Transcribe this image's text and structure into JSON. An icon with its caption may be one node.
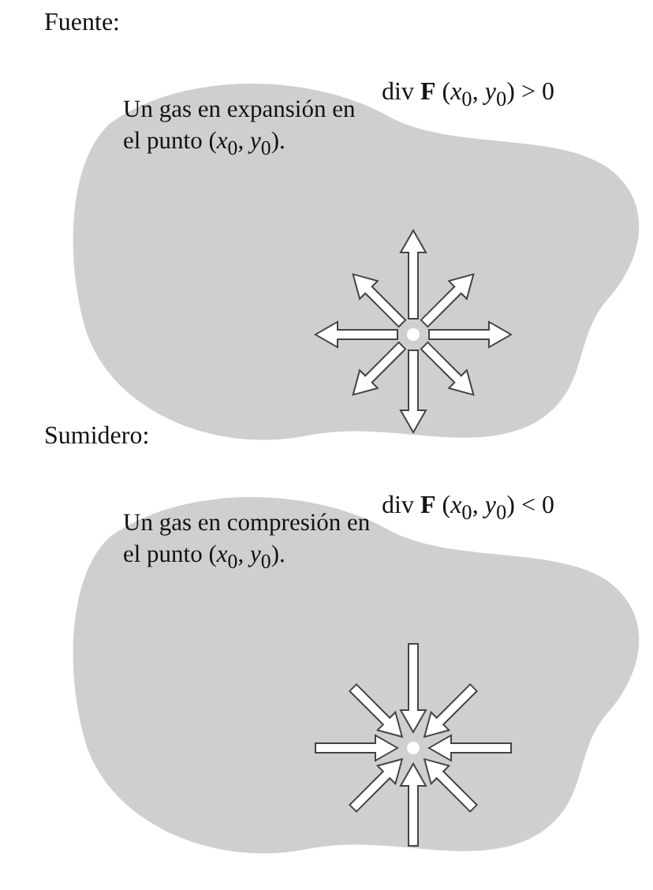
{
  "diagram": {
    "nodes": [
      {
        "text": [
          "Un gas en expansión en el punto (*x*$_{0}$, *y*$_{0}$)."
        ]
      },
      {
        "text": [
          "Un gas en compresión en el punto (*x*$_{0}$, *y*$_{0}$)."
        ]
      }
    ],
    "labels": [
      "Fuente:",
      "div **F** (*x*$_{0}$, *y*$_{0}$) > 0",
      "Sumidero:",
      "div **F** (*x*$_{0}$, *y*$_{0}$) < 0"
    ]
  }
}
